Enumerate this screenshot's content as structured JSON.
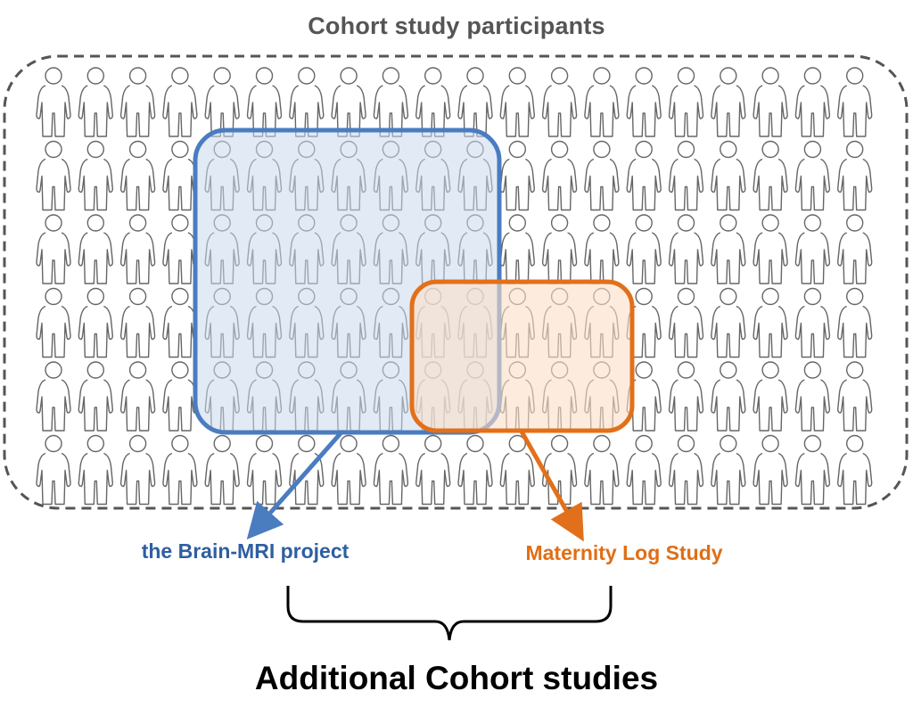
{
  "title": "Cohort study participants",
  "population": {
    "rows": 6,
    "columns": 20
  },
  "subgroups": [
    {
      "label": "the Brain-MRI project",
      "color": "#4a7cc0",
      "fill": "#c9d8ec",
      "label_color": "#2e5fa0"
    },
    {
      "label": "Maternity Log Study",
      "color": "#e2701a",
      "fill": "#fbe0c8",
      "label_color": "#e06e15"
    }
  ],
  "summary": "Additional Cohort studies",
  "colors": {
    "boundary": "#555555",
    "figure_stroke": "#666666",
    "brace": "#000000"
  }
}
